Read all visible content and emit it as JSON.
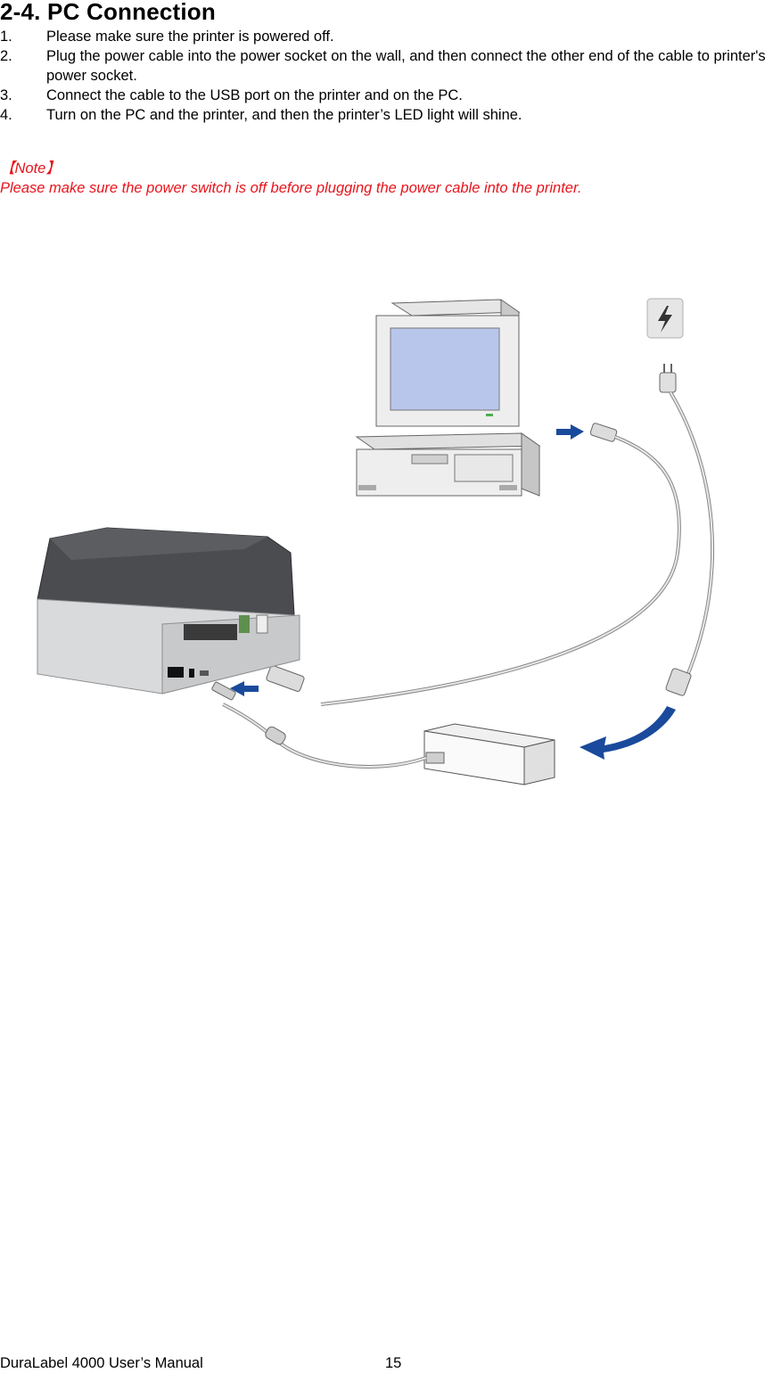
{
  "section": {
    "title": "2-4. PC Connection"
  },
  "steps": [
    {
      "num": "1.",
      "text": "Please make sure the printer is powered off."
    },
    {
      "num": "2.",
      "text": "Plug the power cable into the power socket on the wall, and then connect the other end of the cable to printer's power socket."
    },
    {
      "num": "3.",
      "text": "Connect the cable to the USB port on the printer and on the PC."
    },
    {
      "num": "4.",
      "text": "Turn on the PC and the printer, and then the printer’s LED light will shine."
    }
  ],
  "note": {
    "label": "【Note】",
    "text": "Please make sure the power switch is off before plugging the power cable into the printer."
  },
  "figure": {
    "arrow_color": "#1a4a9c",
    "printer_top_color": "#4a4c50",
    "printer_base_color": "#d9dadc",
    "screen_color": "#b9c6ec"
  },
  "footer": {
    "manual_title": "DuraLabel 4000 User’s Manual",
    "page_number": "15"
  }
}
